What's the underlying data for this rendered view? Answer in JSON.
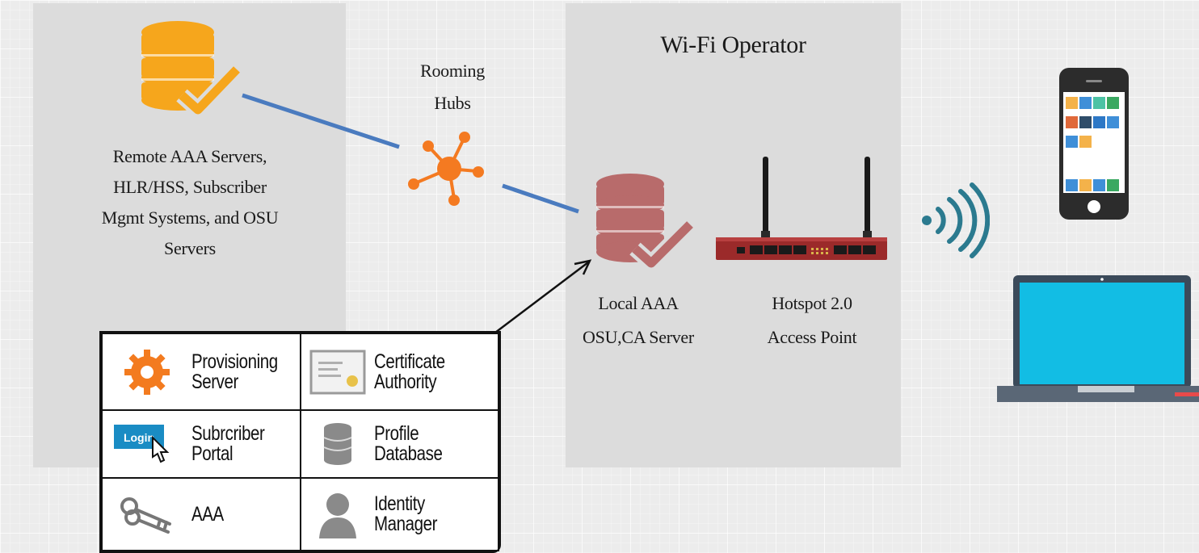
{
  "operator": {
    "title": "Wi-Fi Operator"
  },
  "hubs": {
    "label": "Rooming\nHubs"
  },
  "remote": {
    "label": "Remote AAA Servers,\nHLR/HSS, Subscriber\nMgmt Systems, and OSU\nServers"
  },
  "local_server": {
    "label": "Local AAA\nOSU,CA  Server"
  },
  "access_point": {
    "label": "Hotspot 2.0\nAccess Point"
  },
  "legend": {
    "items": [
      {
        "label": "Provisioning\nServer",
        "icon": "gear-icon"
      },
      {
        "label": "Certificate\nAuthority",
        "icon": "certificate-icon"
      },
      {
        "label": "Subrcriber\nPortal",
        "icon": "login-icon",
        "badge": "Login"
      },
      {
        "label": "Profile\nDatabase",
        "icon": "database-icon"
      },
      {
        "label": "AAA",
        "icon": "keys-icon"
      },
      {
        "label": "Identity\nManager",
        "icon": "person-icon"
      }
    ]
  },
  "colors": {
    "remote_db": "#f6a61c",
    "local_db": "#b86b6b",
    "hub": "#f47a21",
    "link": "#4a7bbf",
    "wifi": "#2b7a8f",
    "router": "#9b2a2a",
    "laptop_screen": "#12bde4",
    "panel": "#dcdcdc"
  }
}
